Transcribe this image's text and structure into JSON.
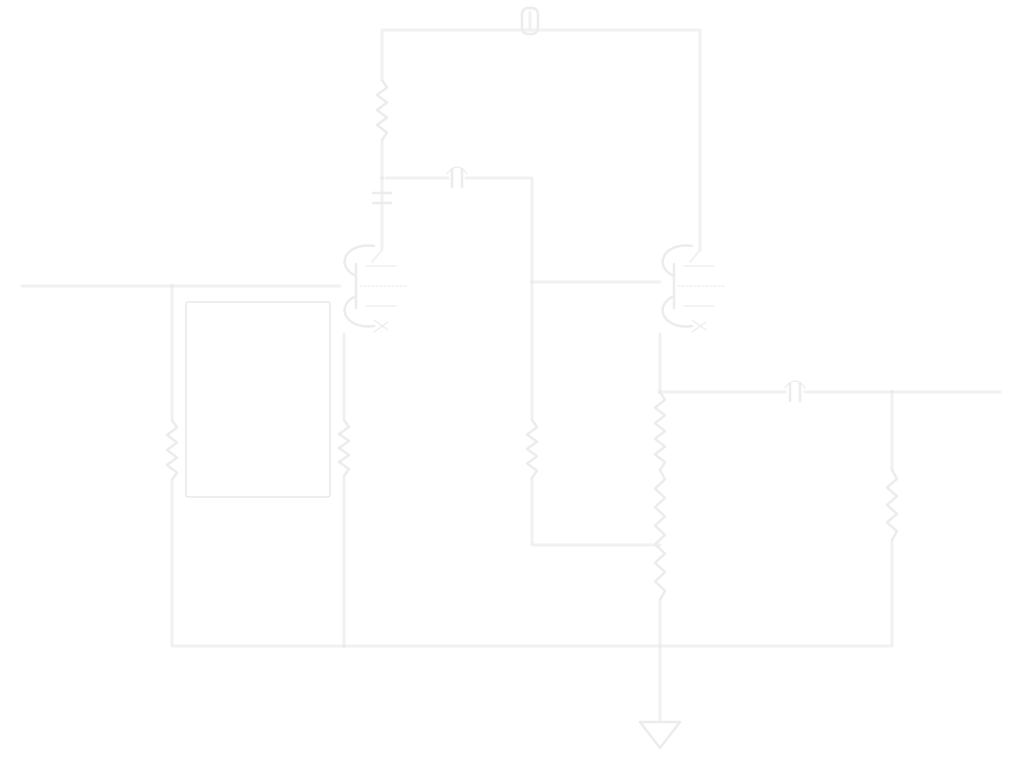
{
  "diagram": {
    "kind": "circuit-schematic",
    "background_color": "#ffffff",
    "wire_color": "#f1f1f1",
    "component_color": "#ececec",
    "label_box_color": "#dcdcdc",
    "components": [
      {
        "type": "resistor",
        "name": "resistor-r1"
      },
      {
        "type": "resistor",
        "name": "resistor-r2"
      },
      {
        "type": "resistor",
        "name": "resistor-r3"
      },
      {
        "type": "resistor",
        "name": "resistor-r4"
      },
      {
        "type": "resistor",
        "name": "resistor-r5"
      },
      {
        "type": "resistor",
        "name": "resistor-r6"
      },
      {
        "type": "resistor",
        "name": "resistor-r7"
      },
      {
        "type": "capacitor",
        "name": "capacitor-c1"
      },
      {
        "type": "capacitor",
        "name": "capacitor-c2"
      },
      {
        "type": "capacitor",
        "name": "capacitor-c3"
      },
      {
        "type": "transistor",
        "name": "transistor-q1"
      },
      {
        "type": "transistor",
        "name": "transistor-q2"
      },
      {
        "type": "power-supply",
        "name": "supply-terminal"
      },
      {
        "type": "ground",
        "name": "ground-symbol"
      }
    ]
  }
}
